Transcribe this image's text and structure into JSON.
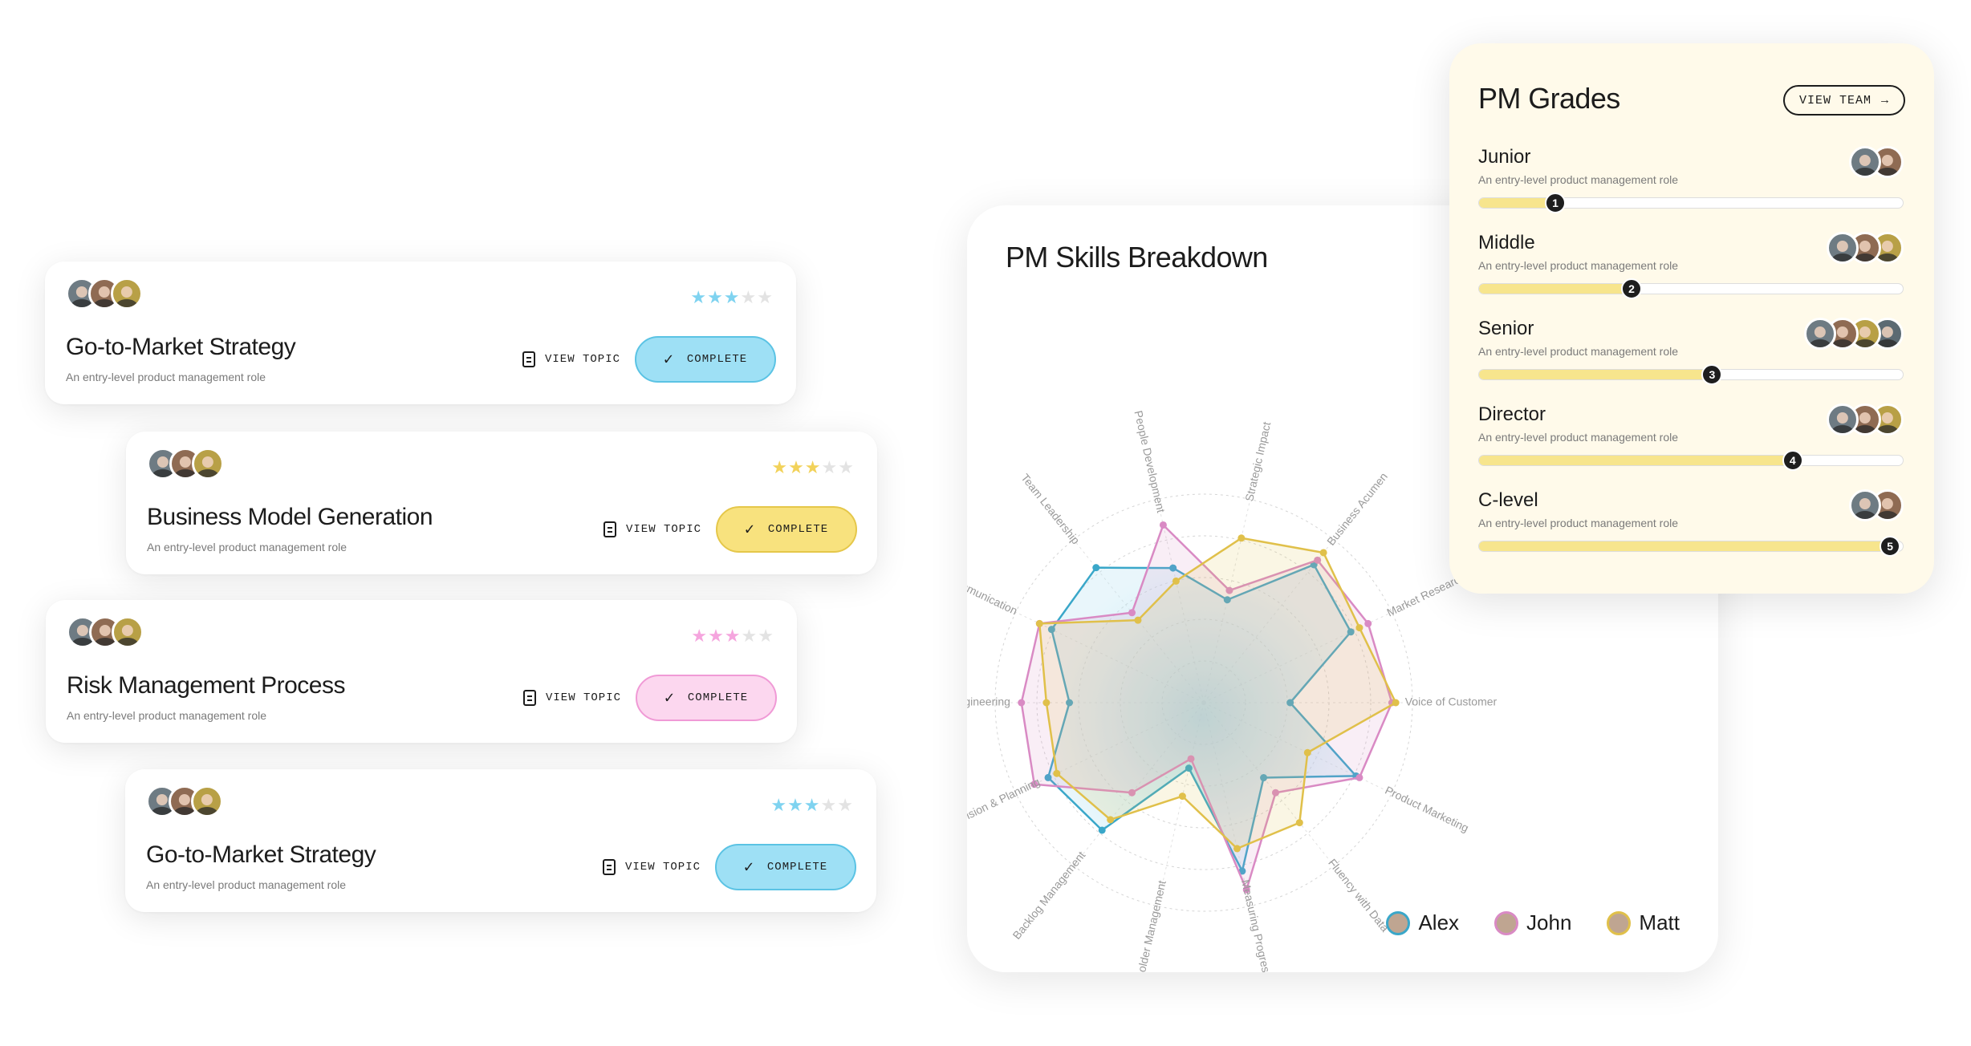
{
  "topic_cards": [
    {
      "title": "Go-to-Market Strategy",
      "subtitle": "An entry-level product management role",
      "view_label": "VIEW TOPIC",
      "complete_label": "COMPLETE",
      "stars": "★★★★★",
      "rating": 3,
      "accent": "#9ee0f5",
      "accent_border": "#5bc3e4",
      "star_color": "#7fd3f0"
    },
    {
      "title": "Business Model Generation",
      "subtitle": "An entry-level product management role",
      "view_label": "VIEW TOPIC",
      "complete_label": "COMPLETE",
      "stars": "★★★★★",
      "rating": 3,
      "accent": "#f8e27e",
      "accent_border": "#e5c74a",
      "star_color": "#f2d25a"
    },
    {
      "title": "Risk Management Process",
      "subtitle": "An entry-level product management role",
      "view_label": "VIEW TOPIC",
      "complete_label": "COMPLETE",
      "stars": "★★★★★",
      "rating": 3,
      "accent": "#fcd7ef",
      "accent_border": "#f09ad6",
      "star_color": "#f5a5de"
    },
    {
      "title": "Go-to-Market Strategy",
      "subtitle": "An entry-level product management role",
      "view_label": "VIEW TOPIC",
      "complete_label": "COMPLETE",
      "stars": "★★★★★",
      "rating": 3,
      "accent": "#9ee0f5",
      "accent_border": "#5bc3e4",
      "star_color": "#7fd3f0"
    }
  ],
  "skills": {
    "title": "PM Skills Breakdown",
    "legend": [
      {
        "name": "Alex",
        "color": "#3aa7c9"
      },
      {
        "name": "John",
        "color": "#d98ac4"
      },
      {
        "name": "Matt",
        "color": "#e0c04a"
      }
    ]
  },
  "chart_data": {
    "type": "radar",
    "title": "PM Skills Breakdown",
    "axes": [
      "Strategic Impact",
      "Business Acumen",
      "Market Research",
      "Voice of Customer",
      "Product Marketing",
      "Fluency with Data",
      "Measuring Progress, KPIs",
      "Stakeholder Management",
      "Backlog Management",
      "Product Vision & Planning",
      "Software Engineering",
      "Communication",
      "Team Leadership",
      "People Development"
    ],
    "series": [
      {
        "name": "Alex",
        "color": "#3aa7c9",
        "values": [
          0.55,
          0.92,
          0.85,
          0.45,
          0.88,
          0.5,
          0.9,
          0.35,
          0.85,
          0.9,
          0.7,
          0.88,
          0.9,
          0.72
        ]
      },
      {
        "name": "John",
        "color": "#d98ac4",
        "values": [
          0.6,
          0.95,
          0.95,
          0.98,
          0.9,
          0.6,
          1.0,
          0.3,
          0.6,
          0.98,
          0.95,
          0.95,
          0.6,
          0.95
        ]
      },
      {
        "name": "Matt",
        "color": "#e0c04a",
        "values": [
          0.88,
          1.0,
          0.9,
          1.0,
          0.6,
          0.8,
          0.78,
          0.5,
          0.78,
          0.85,
          0.82,
          0.95,
          0.55,
          0.65
        ]
      }
    ],
    "ylim": [
      0,
      1
    ]
  },
  "grades": {
    "title": "PM Grades",
    "view_team_label": "VIEW TEAM",
    "items": [
      {
        "name": "Junior",
        "subtitle": "An entry-level product management role",
        "level": "1",
        "progress": 0.18,
        "avatars": 2
      },
      {
        "name": "Middle",
        "subtitle": "An entry-level product management role",
        "level": "2",
        "progress": 0.36,
        "avatars": 3
      },
      {
        "name": "Senior",
        "subtitle": "An entry-level product management role",
        "level": "3",
        "progress": 0.55,
        "avatars": 4
      },
      {
        "name": "Director",
        "subtitle": "An entry-level product management role",
        "level": "4",
        "progress": 0.74,
        "avatars": 3
      },
      {
        "name": "C-level",
        "subtitle": "An entry-level product management role",
        "level": "5",
        "progress": 0.97,
        "avatars": 2
      }
    ]
  }
}
